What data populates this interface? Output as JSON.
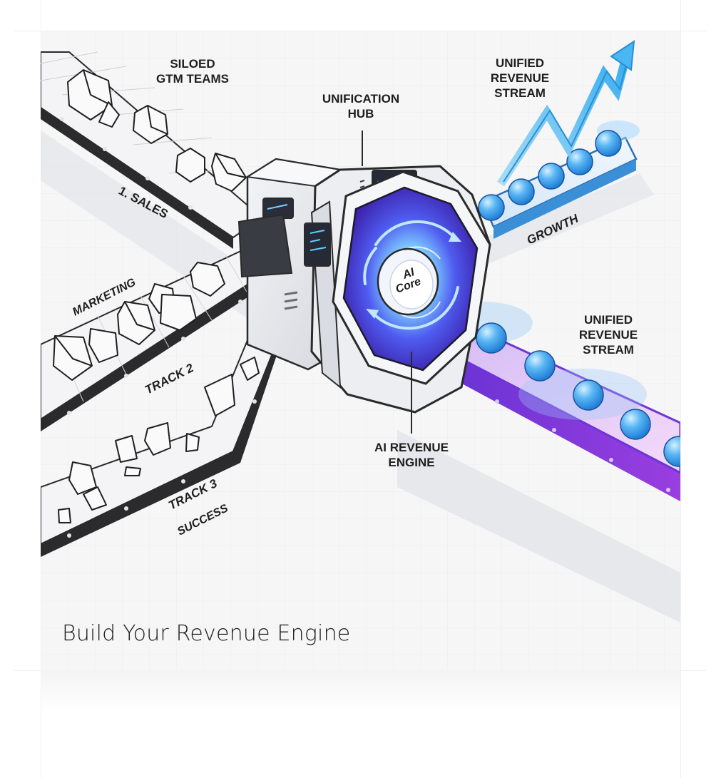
{
  "labels": {
    "siloed_line1": "SILOED",
    "siloed_line2": "GTM TEAMS",
    "hub_line1": "UNIFICATION",
    "hub_line2": "HUB",
    "unified_top_line1": "UNIFIED",
    "unified_top_line2": "REVENUE",
    "unified_top_line3": "STREAM",
    "sales": "1. SALES",
    "marketing": "MARKETING",
    "track2": "TRACK 2",
    "track3": "TRACK 3",
    "success": "SUCCESS",
    "growth": "GROWTH",
    "core_line1": "AI",
    "core_line2": "Core",
    "unified_right_line1": "UNIFIED",
    "unified_right_line2": "REVENUE",
    "unified_right_line3": "STREAM",
    "engine_line1": "AI REVENUE",
    "engine_line2": "ENGINE"
  },
  "caption": "Build Your Revenue Engine",
  "colors": {
    "belt_purple": "#7b3fe0",
    "belt_blue": "#3a8fd6",
    "sphere": "#4aa8f0",
    "core_glow": "#5b3df0"
  }
}
